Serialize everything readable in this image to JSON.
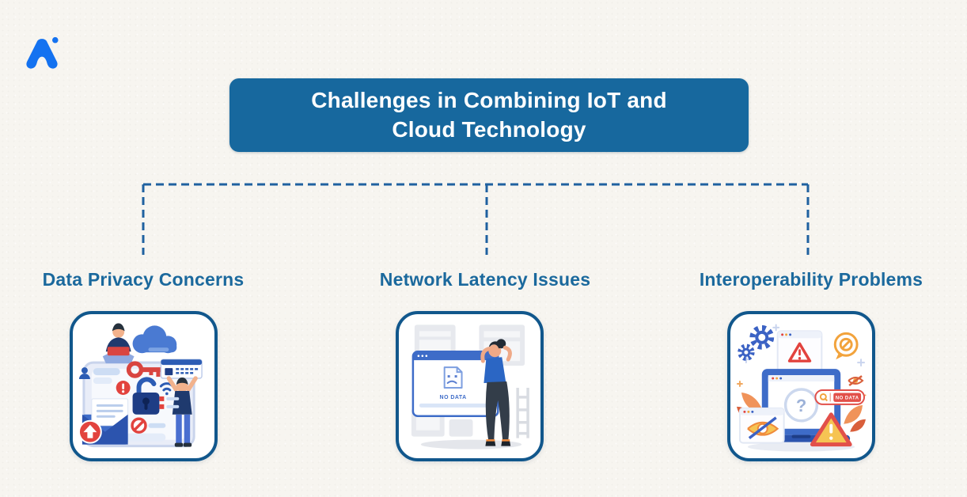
{
  "canvas": {
    "background_color": "#f7f5f0",
    "texture": "paper"
  },
  "brand": {
    "logo_icon": "appinventiv-logo",
    "logo_color": "#1472f0"
  },
  "header": {
    "title": "Challenges in Combining IoT and Cloud Technology",
    "background_color": "#17689e",
    "text_color": "#ffffff"
  },
  "connector": {
    "style": "dashed",
    "color": "#1f61a0"
  },
  "styles": {
    "branch_label_color": "#1b699d",
    "card_border_color": "#11578c",
    "card_background": "#ffffff",
    "accent_red": "#e2433e",
    "accent_orange": "#f2a33c",
    "accent_blue": "#3e6cc8",
    "accent_navy": "#1f3a6e"
  },
  "branches": [
    {
      "label": "Data Privacy Concerns",
      "illustration": "data-privacy-illustration",
      "icons": [
        "cloud-icon",
        "sitting-person-laptop-icon",
        "key-icon",
        "alert-icon",
        "padlock-icon",
        "wifi-icon",
        "standing-person-banner-icon",
        "envelope-icon",
        "upload-arrow-icon",
        "prohibition-icon",
        "chat-avatar-icon"
      ]
    },
    {
      "label": "Network Latency Issues",
      "illustration": "network-latency-illustration",
      "no_data_label": "NO DATA",
      "icons": [
        "browser-window-icon",
        "sad-document-icon",
        "frustrated-woman-icon",
        "ladder-icon"
      ]
    },
    {
      "label": "Interoperability Problems",
      "illustration": "interoperability-illustration",
      "no_data_label": "NO DATA",
      "question_mark": "?",
      "icons": [
        "gear-icons",
        "popup-warning-icon",
        "speech-bubble-block-icon",
        "laptop-question-icon",
        "search-no-data-bar",
        "hidden-eye-window-icon",
        "eye-slash-icon",
        "warning-triangle-icon",
        "leaf-decorations"
      ]
    }
  ]
}
